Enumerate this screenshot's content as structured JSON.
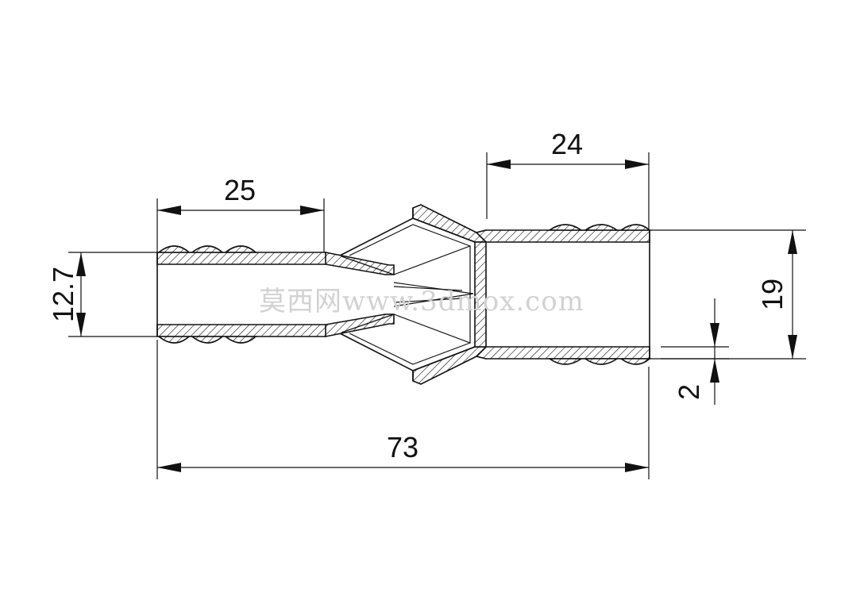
{
  "dimensions": {
    "left_length": "25",
    "right_length": "24",
    "total_length": "73",
    "left_diameter": "12.7",
    "right_diameter": "19",
    "wall_thickness": "2"
  },
  "watermark": "莫西网www.3dmox.com",
  "colors": {
    "line": "#111111",
    "background": "#ffffff",
    "watermark": "#d2d2d2"
  }
}
